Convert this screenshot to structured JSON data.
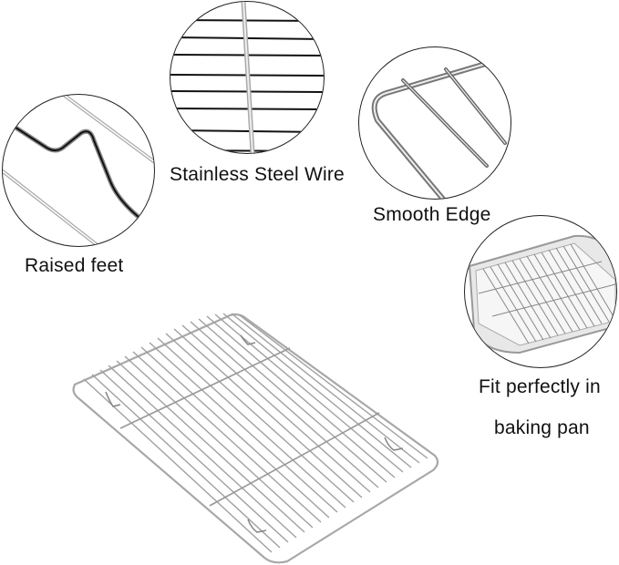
{
  "callouts": [
    {
      "id": "raised-feet",
      "label": "Raised feet"
    },
    {
      "id": "stainless-steel-wire",
      "label": "Stainless Steel Wire"
    },
    {
      "id": "smooth-edge",
      "label": "Smooth Edge"
    },
    {
      "id": "fit-baking-pan",
      "label_line1": "Fit perfectly in",
      "label_line2": "baking pan"
    }
  ],
  "main_product": {
    "name": "cooling-rack",
    "color": "#b9b9b9"
  },
  "colors": {
    "background": "#ffffff",
    "text": "#111111",
    "wire": "#9a9a9a",
    "outline": "#222222"
  }
}
